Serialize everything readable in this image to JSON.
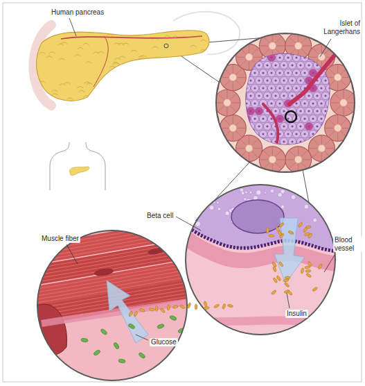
{
  "diagram": {
    "labels": [
      "Human pancreas",
      "Islet of Langerhans",
      "Beta cell",
      "Blood vessel",
      "Insulin",
      "Muscle fiber",
      "Glucose"
    ]
  }
}
